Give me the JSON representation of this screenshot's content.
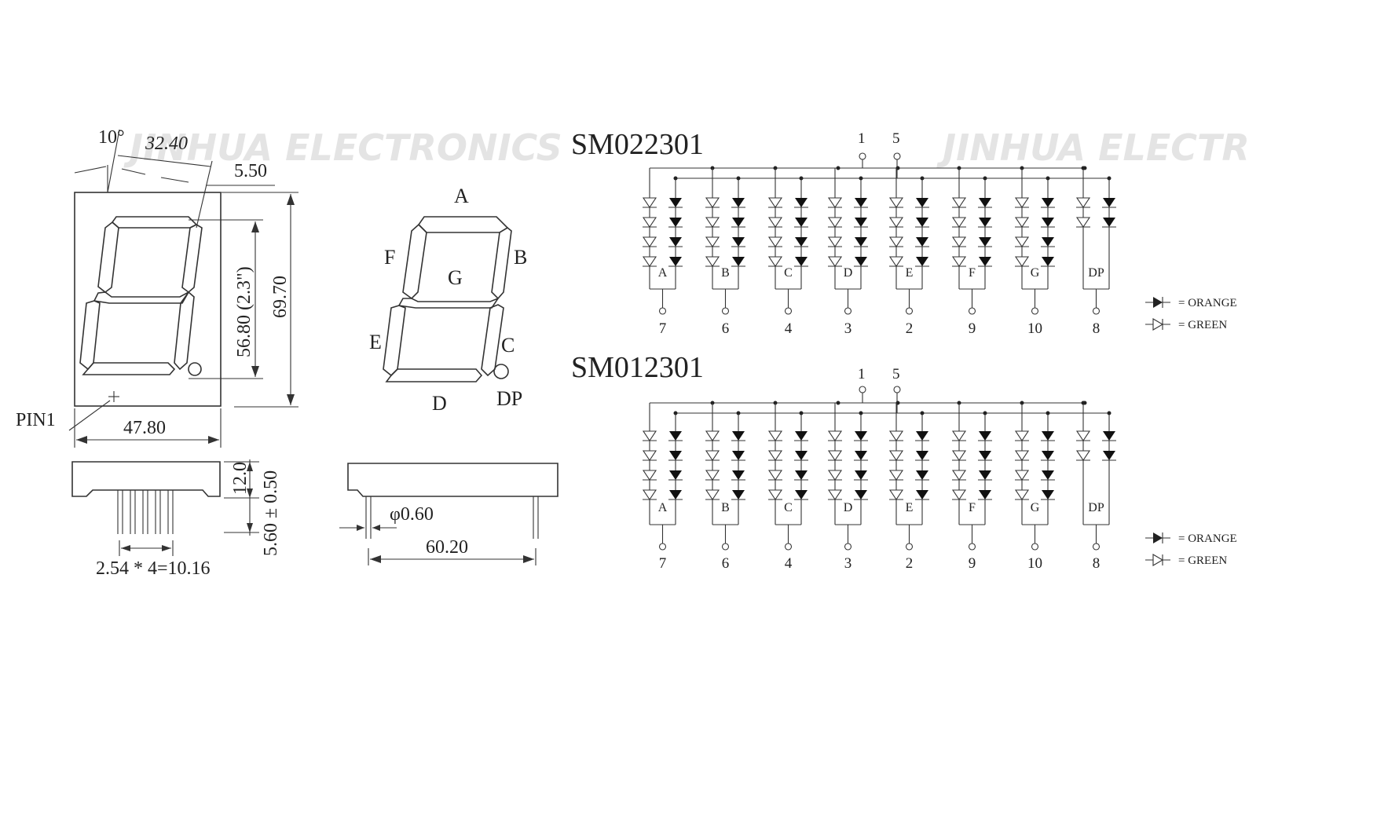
{
  "watermark": [
    "JINHUA ELECTRONICS",
    "JINHUA ELECTR"
  ],
  "front_view": {
    "angle": "10°",
    "digit_width": "32.40",
    "offset": "5.50",
    "digit_height": "56.80 (2.3\")",
    "body_height": "69.70",
    "body_width": "47.80",
    "pin1": "PIN1"
  },
  "side_view": {
    "h1": "12.0",
    "h2": "5.60 ± 0.50",
    "pitch": "2.54 * 4=10.16"
  },
  "segment_map": {
    "labels": [
      "A",
      "B",
      "C",
      "D",
      "E",
      "F",
      "G",
      "DP"
    ]
  },
  "end_view": {
    "pin_dia": "φ0.60",
    "length": "60.20"
  },
  "circuits": [
    {
      "title": "SM022301",
      "common_pins": [
        "1",
        "5"
      ],
      "segments": [
        "A",
        "B",
        "C",
        "D",
        "E",
        "F",
        "G",
        "DP"
      ],
      "pins": [
        "7",
        "6",
        "4",
        "3",
        "2",
        "9",
        "10",
        "8"
      ]
    },
    {
      "title": "SM012301",
      "common_pins": [
        "1",
        "5"
      ],
      "segments": [
        "A",
        "B",
        "C",
        "D",
        "E",
        "F",
        "G",
        "DP"
      ],
      "pins": [
        "7",
        "6",
        "4",
        "3",
        "2",
        "9",
        "10",
        "8"
      ]
    }
  ],
  "legend": {
    "orange": "= ORANGE",
    "green": "= GREEN"
  }
}
